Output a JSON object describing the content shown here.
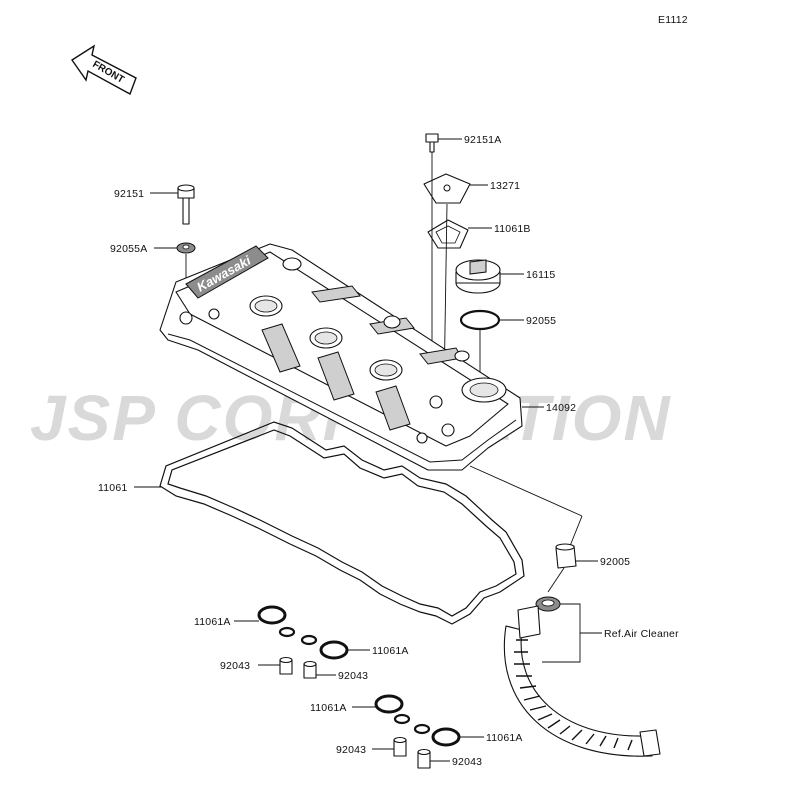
{
  "diagram_code": "E1112",
  "front_arrow_label": "FRONT",
  "watermark": "JSP CORPORATION",
  "cover_brand": "Kawasaki",
  "part_labels": {
    "p92151A": "92151A",
    "p13271": "13271",
    "p11061B": "11061B",
    "p16115": "16115",
    "p92055": "92055",
    "p14092": "14092",
    "p92151": "92151",
    "p92055A": "92055A",
    "p11061": "11061",
    "p92005": "92005",
    "ref_air_cleaner": "Ref.Air Cleaner",
    "p11061A_1": "11061A",
    "p11061A_2": "11061A",
    "p11061A_3": "11061A",
    "p11061A_4": "11061A",
    "p92043_1": "92043",
    "p92043_2": "92043",
    "p92043_3": "92043",
    "p92043_4": "92043"
  }
}
